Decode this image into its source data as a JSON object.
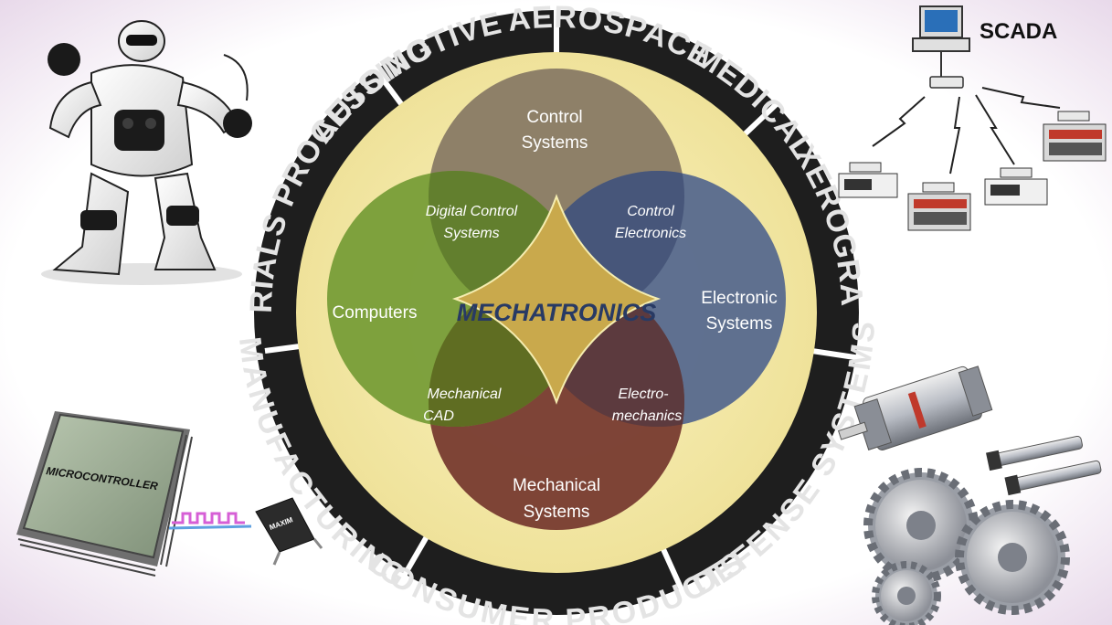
{
  "center": {
    "label": "MECHATRONICS"
  },
  "ring_labels": [
    "AUTOMOTIVE",
    "AEROSPACE",
    "MEDICAL",
    "XEROGRAPHY",
    "DEFENSE SYSTEMS",
    "CONSUMER PRODUCTS",
    "MANUFACTURING",
    "MATERIALS PROCESSING"
  ],
  "lobes": {
    "control": {
      "line1": "Control",
      "line2": "Systems",
      "color": "#8e8068"
    },
    "electronic": {
      "line1": "Electronic",
      "line2": "Systems",
      "color": "#5a6b8e"
    },
    "mechanical": {
      "line1": "Mechanical",
      "line2": "Systems",
      "color": "#7a3e33"
    },
    "computers": {
      "line1": "Computers",
      "color": "#7a9e3a"
    }
  },
  "overlaps": {
    "digital_control": {
      "line1": "Digital Control",
      "line2": "Systems"
    },
    "control_electronics": {
      "line1": "Control",
      "line2": "Electronics"
    },
    "mechanical_cad": {
      "line1": "Mechanical",
      "line2": "CAD"
    },
    "electromechanics": {
      "line1": "Electro-",
      "line2": "mechanics"
    }
  },
  "illustrations": {
    "scada": {
      "label": "SCADA"
    },
    "microcontroller": {
      "label": "MICROCONTROLLER"
    },
    "sensor": {
      "label": "MAXIM"
    }
  },
  "colors": {
    "ring_band": "#1e1e1e",
    "cream": "#f3e9a6",
    "center_fill": "#c9a94c"
  }
}
